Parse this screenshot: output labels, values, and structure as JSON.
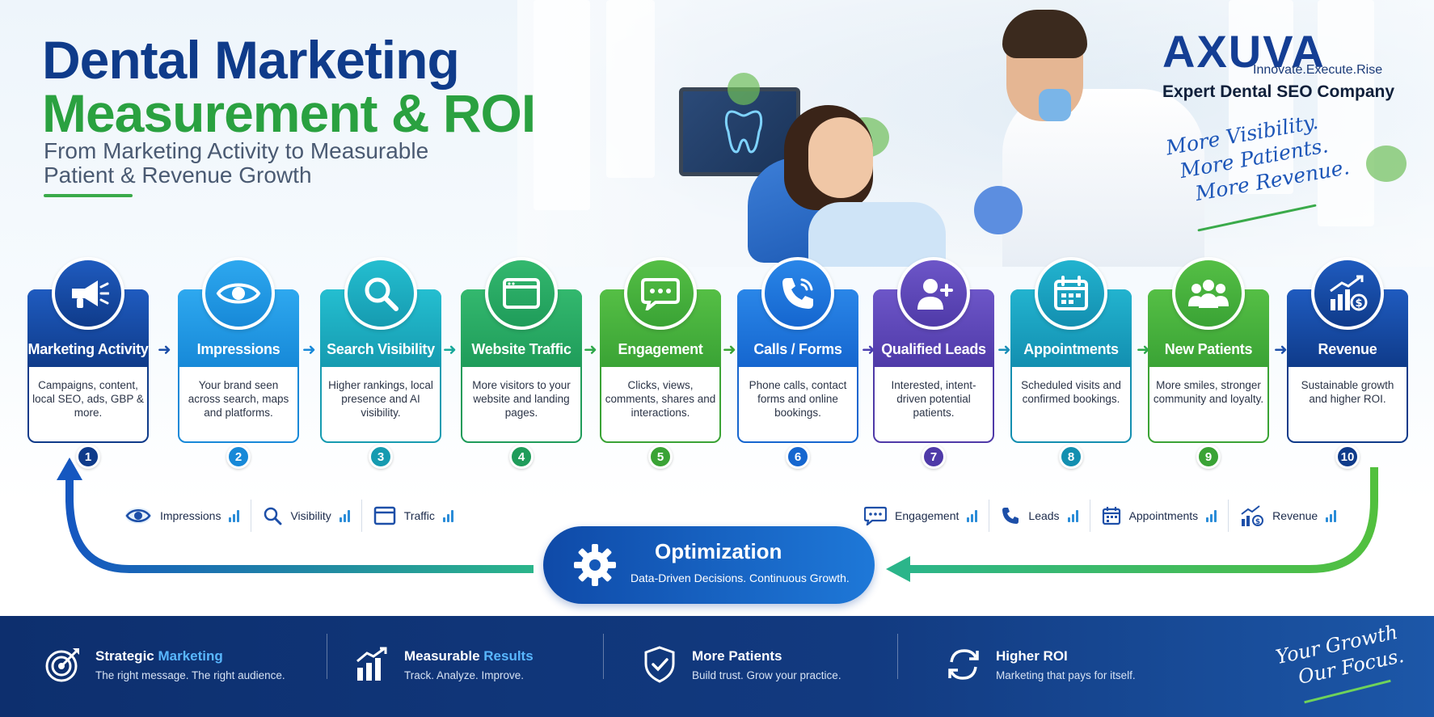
{
  "title_line1": "Dental Marketing",
  "title_line2": "Measurement & ROI",
  "subtitle": "From Marketing Activity to Measurable Patient & Revenue Growth",
  "logo": {
    "word": "AXUVA",
    "tagline": "Innovate.Execute.Rise",
    "subtitle": "Expert Dental SEO Company"
  },
  "slogan": [
    "More Visibility.",
    "More Patients.",
    "More Revenue."
  ],
  "colors": {
    "navy": "#0f3b8a",
    "green": "#2aa140",
    "blue": "#1e78d8",
    "teal": "#17a2b8",
    "purple": "#5b3fb5"
  },
  "steps": [
    {
      "label": "Marketing Activity",
      "desc": "Campaigns, content, local SEO, ads, GBP & more.",
      "num": "1",
      "icon": "megaphone-icon"
    },
    {
      "label": "Impressions",
      "desc": "Your brand seen across search, maps and platforms.",
      "num": "2",
      "icon": "eye-icon"
    },
    {
      "label": "Search Visibility",
      "desc": "Higher rankings, local presence and AI visibility.",
      "num": "3",
      "icon": "search-icon"
    },
    {
      "label": "Website Traffic",
      "desc": "More visitors to your website and landing pages.",
      "num": "4",
      "icon": "browser-window-icon"
    },
    {
      "label": "Engagement",
      "desc": "Clicks, views, comments, shares and interactions.",
      "num": "5",
      "icon": "chat-bubble-icon"
    },
    {
      "label": "Calls / Forms",
      "desc": "Phone calls, contact forms and online bookings.",
      "num": "6",
      "icon": "phone-icon"
    },
    {
      "label": "Qualified Leads",
      "desc": "Interested, intent-driven potential patients.",
      "num": "7",
      "icon": "add-user-icon"
    },
    {
      "label": "Appointments",
      "desc": "Scheduled visits and confirmed bookings.",
      "num": "8",
      "icon": "calendar-icon"
    },
    {
      "label": "New Patients",
      "desc": "More smiles, stronger community and loyalty.",
      "num": "9",
      "icon": "group-icon"
    },
    {
      "label": "Revenue",
      "desc": "Sustainable growth and higher ROI.",
      "num": "10",
      "icon": "revenue-chart-icon"
    }
  ],
  "metrics_left": [
    {
      "label": "Impressions",
      "icon": "eye-icon"
    },
    {
      "label": "Visibility",
      "icon": "search-icon"
    },
    {
      "label": "Traffic",
      "icon": "browser-window-icon"
    }
  ],
  "metrics_right": [
    {
      "label": "Engagement",
      "icon": "chat-bubble-icon"
    },
    {
      "label": "Leads",
      "icon": "phone-icon"
    },
    {
      "label": "Appointments",
      "icon": "calendar-icon"
    },
    {
      "label": "Revenue",
      "icon": "revenue-chart-icon"
    }
  ],
  "optimization": {
    "title": "Optimization",
    "subtitle": "Data-Driven Decisions. Continuous Growth."
  },
  "footer": {
    "items": [
      {
        "title_a": "Strategic ",
        "title_b": "Marketing",
        "sub": "The right message. The right audience.",
        "icon": "target-icon"
      },
      {
        "title_a": "Measurable ",
        "title_b": "Results",
        "sub": "Track. Analyze. Improve.",
        "icon": "growth-chart-icon"
      },
      {
        "title_a": "More Patients",
        "title_b": "",
        "sub": "Build trust. Grow your practice.",
        "icon": "shield-check-icon"
      },
      {
        "title_a": "Higher ROI",
        "title_b": "",
        "sub": "Marketing that pays for itself.",
        "icon": "refresh-icon"
      }
    ],
    "slogan_line1": "Your Growth",
    "slogan_line2": "Our Focus."
  }
}
